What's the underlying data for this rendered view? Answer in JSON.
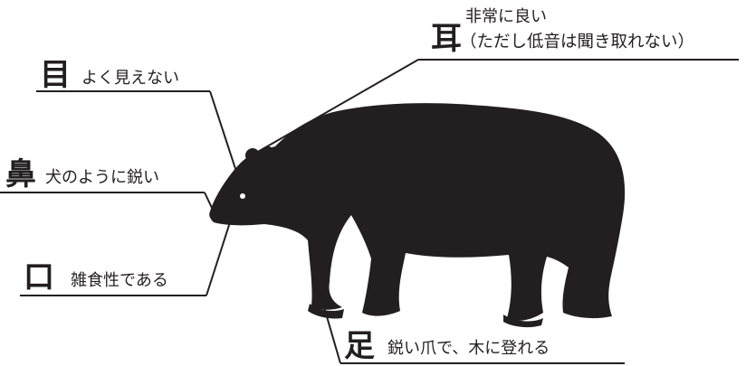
{
  "colors": {
    "bear": "#231f20",
    "ink": "#231f20",
    "eye": "#ffffff",
    "background": "#ffffff"
  },
  "labels": {
    "ear": {
      "kanji": "耳",
      "line1": "非常に良い",
      "line2": "（ただし低音は聞き取れない）"
    },
    "eye": {
      "kanji": "目",
      "text": "よく見えない"
    },
    "nose": {
      "kanji": "鼻",
      "text": "犬のように鋭い"
    },
    "mouth": {
      "kanji": "口",
      "text": "雑食性である"
    },
    "foot": {
      "kanji": "足",
      "text": "鋭い爪で、木に登れる"
    }
  }
}
